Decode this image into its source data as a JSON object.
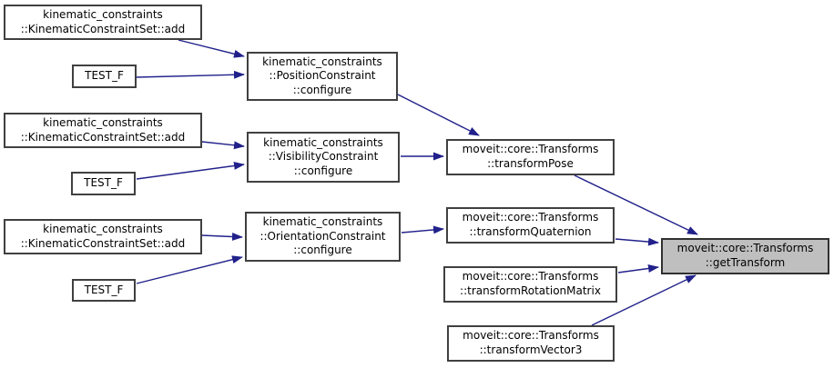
{
  "graph": {
    "type": "caller-graph",
    "colors": {
      "edge": "#21218b",
      "node_border": "#404040",
      "node_fill": "#ffffff",
      "highlight_fill": "#bfbfbf",
      "text": "#000000"
    },
    "nodes": {
      "add1": {
        "lines": [
          "kinematic_constraints",
          "::KinematicConstraintSet::add"
        ],
        "highlighted": false
      },
      "testf1": {
        "lines": [
          "TEST_F"
        ],
        "highlighted": false
      },
      "pos": {
        "lines": [
          "kinematic_constraints",
          "::PositionConstraint",
          "::configure"
        ],
        "highlighted": false
      },
      "add2": {
        "lines": [
          "kinematic_constraints",
          "::KinematicConstraintSet::add"
        ],
        "highlighted": false
      },
      "testf2": {
        "lines": [
          "TEST_F"
        ],
        "highlighted": false
      },
      "vis": {
        "lines": [
          "kinematic_constraints",
          "::VisibilityConstraint",
          "::configure"
        ],
        "highlighted": false
      },
      "add3": {
        "lines": [
          "kinematic_constraints",
          "::KinematicConstraintSet::add"
        ],
        "highlighted": false
      },
      "testf3": {
        "lines": [
          "TEST_F"
        ],
        "highlighted": false
      },
      "ori": {
        "lines": [
          "kinematic_constraints",
          "::OrientationConstraint",
          "::configure"
        ],
        "highlighted": false
      },
      "pose": {
        "lines": [
          "moveit::core::Transforms",
          "::transformPose"
        ],
        "highlighted": false
      },
      "quat": {
        "lines": [
          "moveit::core::Transforms",
          "::transformQuaternion"
        ],
        "highlighted": false
      },
      "rot": {
        "lines": [
          "moveit::core::Transforms",
          "::transformRotationMatrix"
        ],
        "highlighted": false
      },
      "vec": {
        "lines": [
          "moveit::core::Transforms",
          "::transformVector3"
        ],
        "highlighted": false
      },
      "get": {
        "lines": [
          "moveit::core::Transforms",
          "::getTransform"
        ],
        "highlighted": true
      }
    },
    "edges": [
      {
        "from": "add1",
        "to": "pos"
      },
      {
        "from": "testf1",
        "to": "pos"
      },
      {
        "from": "add2",
        "to": "vis"
      },
      {
        "from": "testf2",
        "to": "vis"
      },
      {
        "from": "add3",
        "to": "ori"
      },
      {
        "from": "testf3",
        "to": "ori"
      },
      {
        "from": "pos",
        "to": "pose"
      },
      {
        "from": "vis",
        "to": "pose"
      },
      {
        "from": "ori",
        "to": "quat"
      },
      {
        "from": "pose",
        "to": "get"
      },
      {
        "from": "quat",
        "to": "get"
      },
      {
        "from": "rot",
        "to": "get"
      },
      {
        "from": "vec",
        "to": "get"
      }
    ]
  }
}
